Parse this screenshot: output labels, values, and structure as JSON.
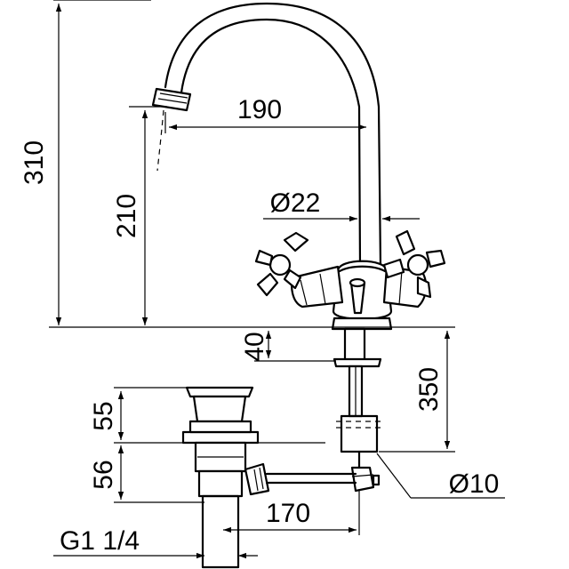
{
  "dimensions": {
    "total_height": "310",
    "spout_reach": "190",
    "spout_height": "210",
    "spout_diameter": "Ø22",
    "body_to_deck": "40",
    "shank_length": "350",
    "rod_diameter": "Ø10",
    "waste_flange": "55",
    "waste_body": "56",
    "pull_rod_length": "170",
    "waste_thread": "G1 1/4"
  },
  "colors": {
    "line": "#000000",
    "background": "#ffffff"
  }
}
